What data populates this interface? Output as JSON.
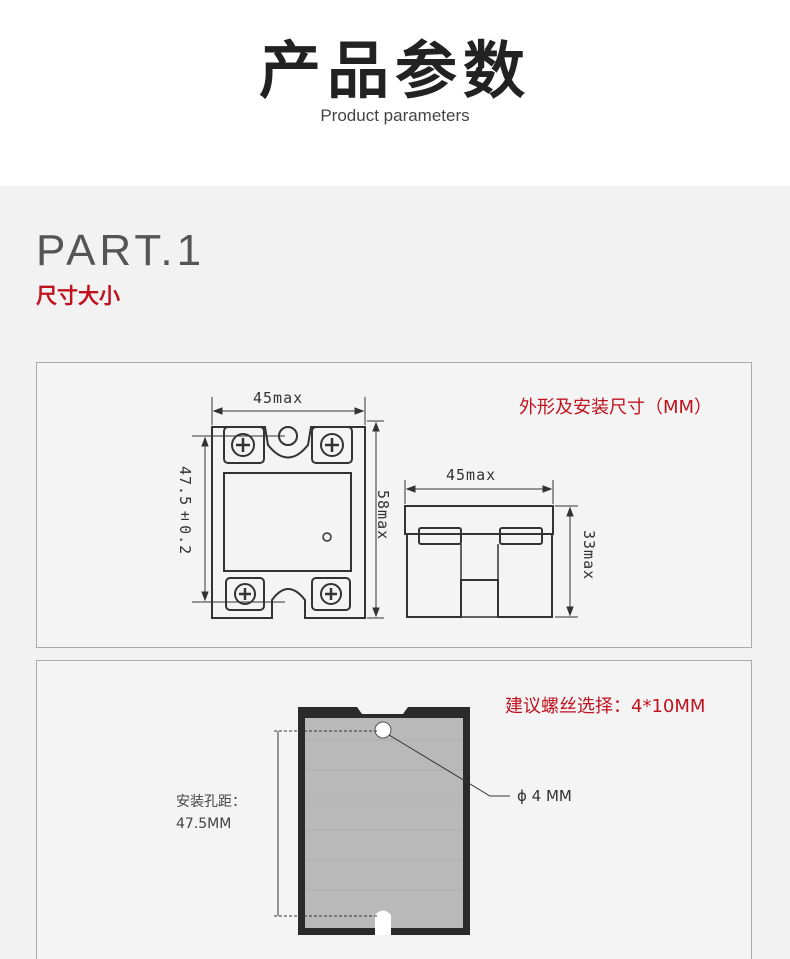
{
  "header": {
    "title": "产品参数",
    "subtitle": "Product parameters"
  },
  "part": {
    "title": "PART.1",
    "subtitle": "尺寸大小"
  },
  "panel1": {
    "note": "外形及安装尺寸（MM）",
    "dim_top_width": "45max",
    "dim_left_height": "47.5±0.2",
    "dim_right_height": "58max",
    "dim_side_width": "45max",
    "dim_side_height": "33max"
  },
  "panel2": {
    "note": "建议螺丝选择：4*10MM",
    "hole_label_line1": "安装孔距：",
    "hole_label_line2": "47.5MM",
    "hole_diameter": "ϕ  4 MM"
  }
}
